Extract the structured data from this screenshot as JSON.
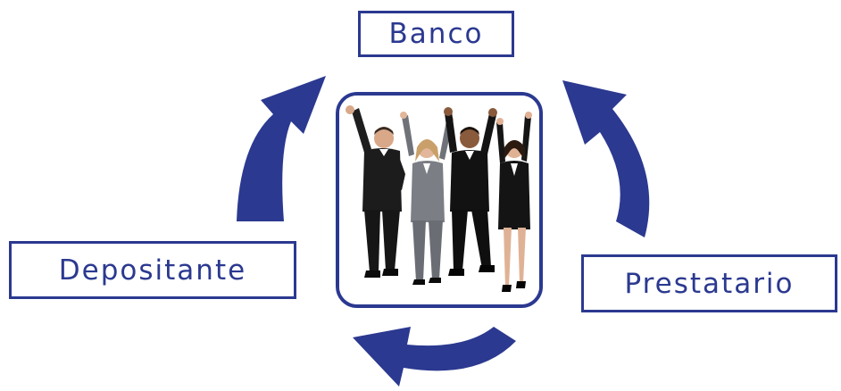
{
  "labels": {
    "top": "Banco",
    "left": "Depositante",
    "right": "Prestatario"
  },
  "photo": {
    "subject": "group of business people jumping in celebration"
  },
  "colors": {
    "accent": "#2b3990",
    "background": "#ffffff"
  }
}
